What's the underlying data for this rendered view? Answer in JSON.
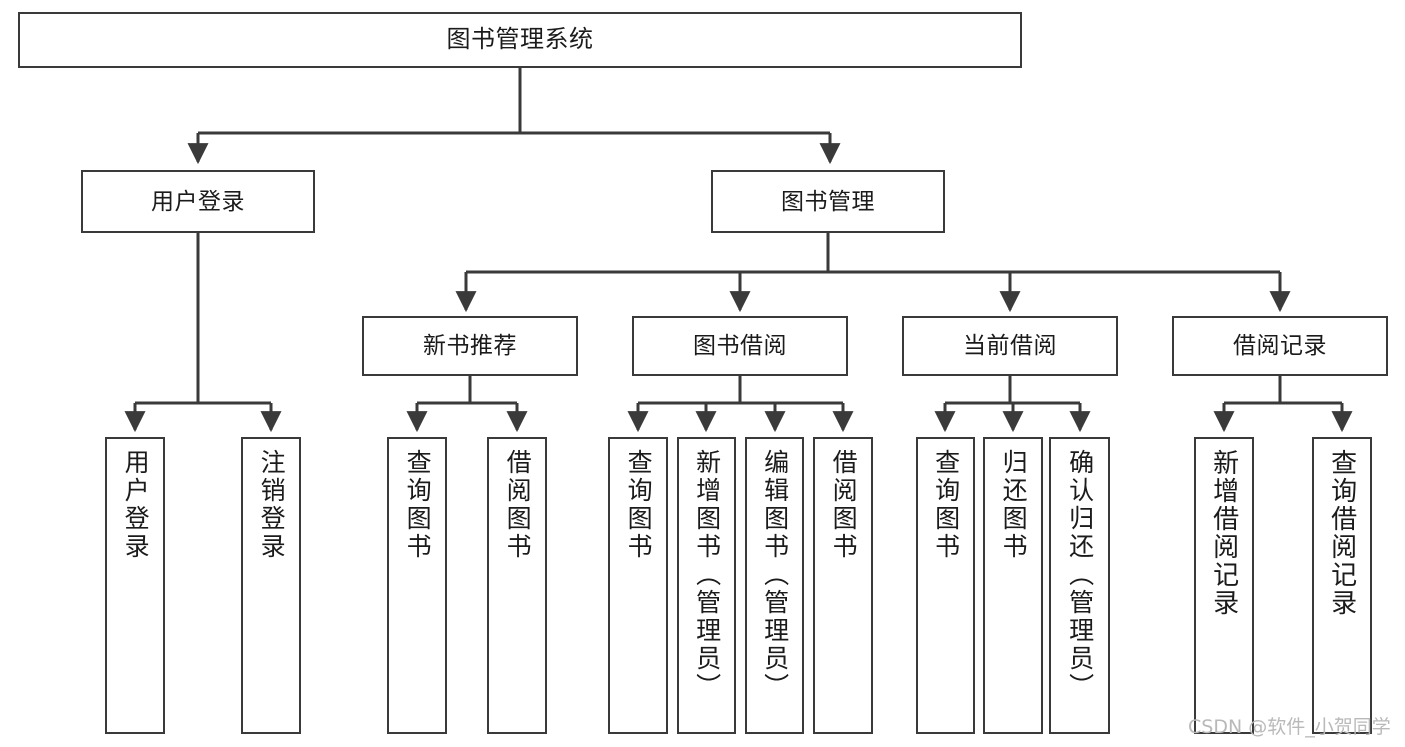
{
  "diagram": {
    "type": "tree",
    "title": "图书管理系统",
    "orientation": "top-down",
    "colors": {
      "stroke": "#3a3a3a",
      "fill": "#ffffff",
      "text": "#1b1b1b",
      "watermark": "#b9b9b9"
    },
    "nodes": {
      "root": {
        "label": "图书管理系统"
      },
      "level2": [
        {
          "id": "user-login",
          "label": "用户登录"
        },
        {
          "id": "book-management",
          "label": "图书管理"
        }
      ],
      "level3": [
        {
          "id": "new-book-recommend",
          "label": "新书推荐"
        },
        {
          "id": "book-borrow",
          "label": "图书借阅"
        },
        {
          "id": "current-borrow",
          "label": "当前借阅"
        },
        {
          "id": "borrow-record",
          "label": "借阅记录"
        }
      ],
      "leaves": {
        "user_login": [
          {
            "id": "leaf-user-login",
            "label": "用户登录"
          },
          {
            "id": "leaf-logout",
            "label": "注销登录"
          }
        ],
        "new_book_recommend": [
          {
            "id": "leaf-query-book-1",
            "label": "查询图书"
          },
          {
            "id": "leaf-borrow-book-1",
            "label": "借阅图书"
          }
        ],
        "book_borrow": [
          {
            "id": "leaf-query-book-2",
            "label": "查询图书"
          },
          {
            "id": "leaf-add-book",
            "label": "新增图书（管理员）"
          },
          {
            "id": "leaf-edit-book",
            "label": "编辑图书（管理员）"
          },
          {
            "id": "leaf-borrow-book-2",
            "label": "借阅图书"
          }
        ],
        "current_borrow": [
          {
            "id": "leaf-query-book-3",
            "label": "查询图书"
          },
          {
            "id": "leaf-return-book",
            "label": "归还图书"
          },
          {
            "id": "leaf-confirm-return",
            "label": "确认归还（管理员）"
          }
        ],
        "borrow_record": [
          {
            "id": "leaf-add-record",
            "label": "新增借阅记录"
          },
          {
            "id": "leaf-query-record",
            "label": "查询借阅记录"
          }
        ]
      }
    }
  },
  "watermark": {
    "text": "CSDN @软件_小贺同学"
  }
}
